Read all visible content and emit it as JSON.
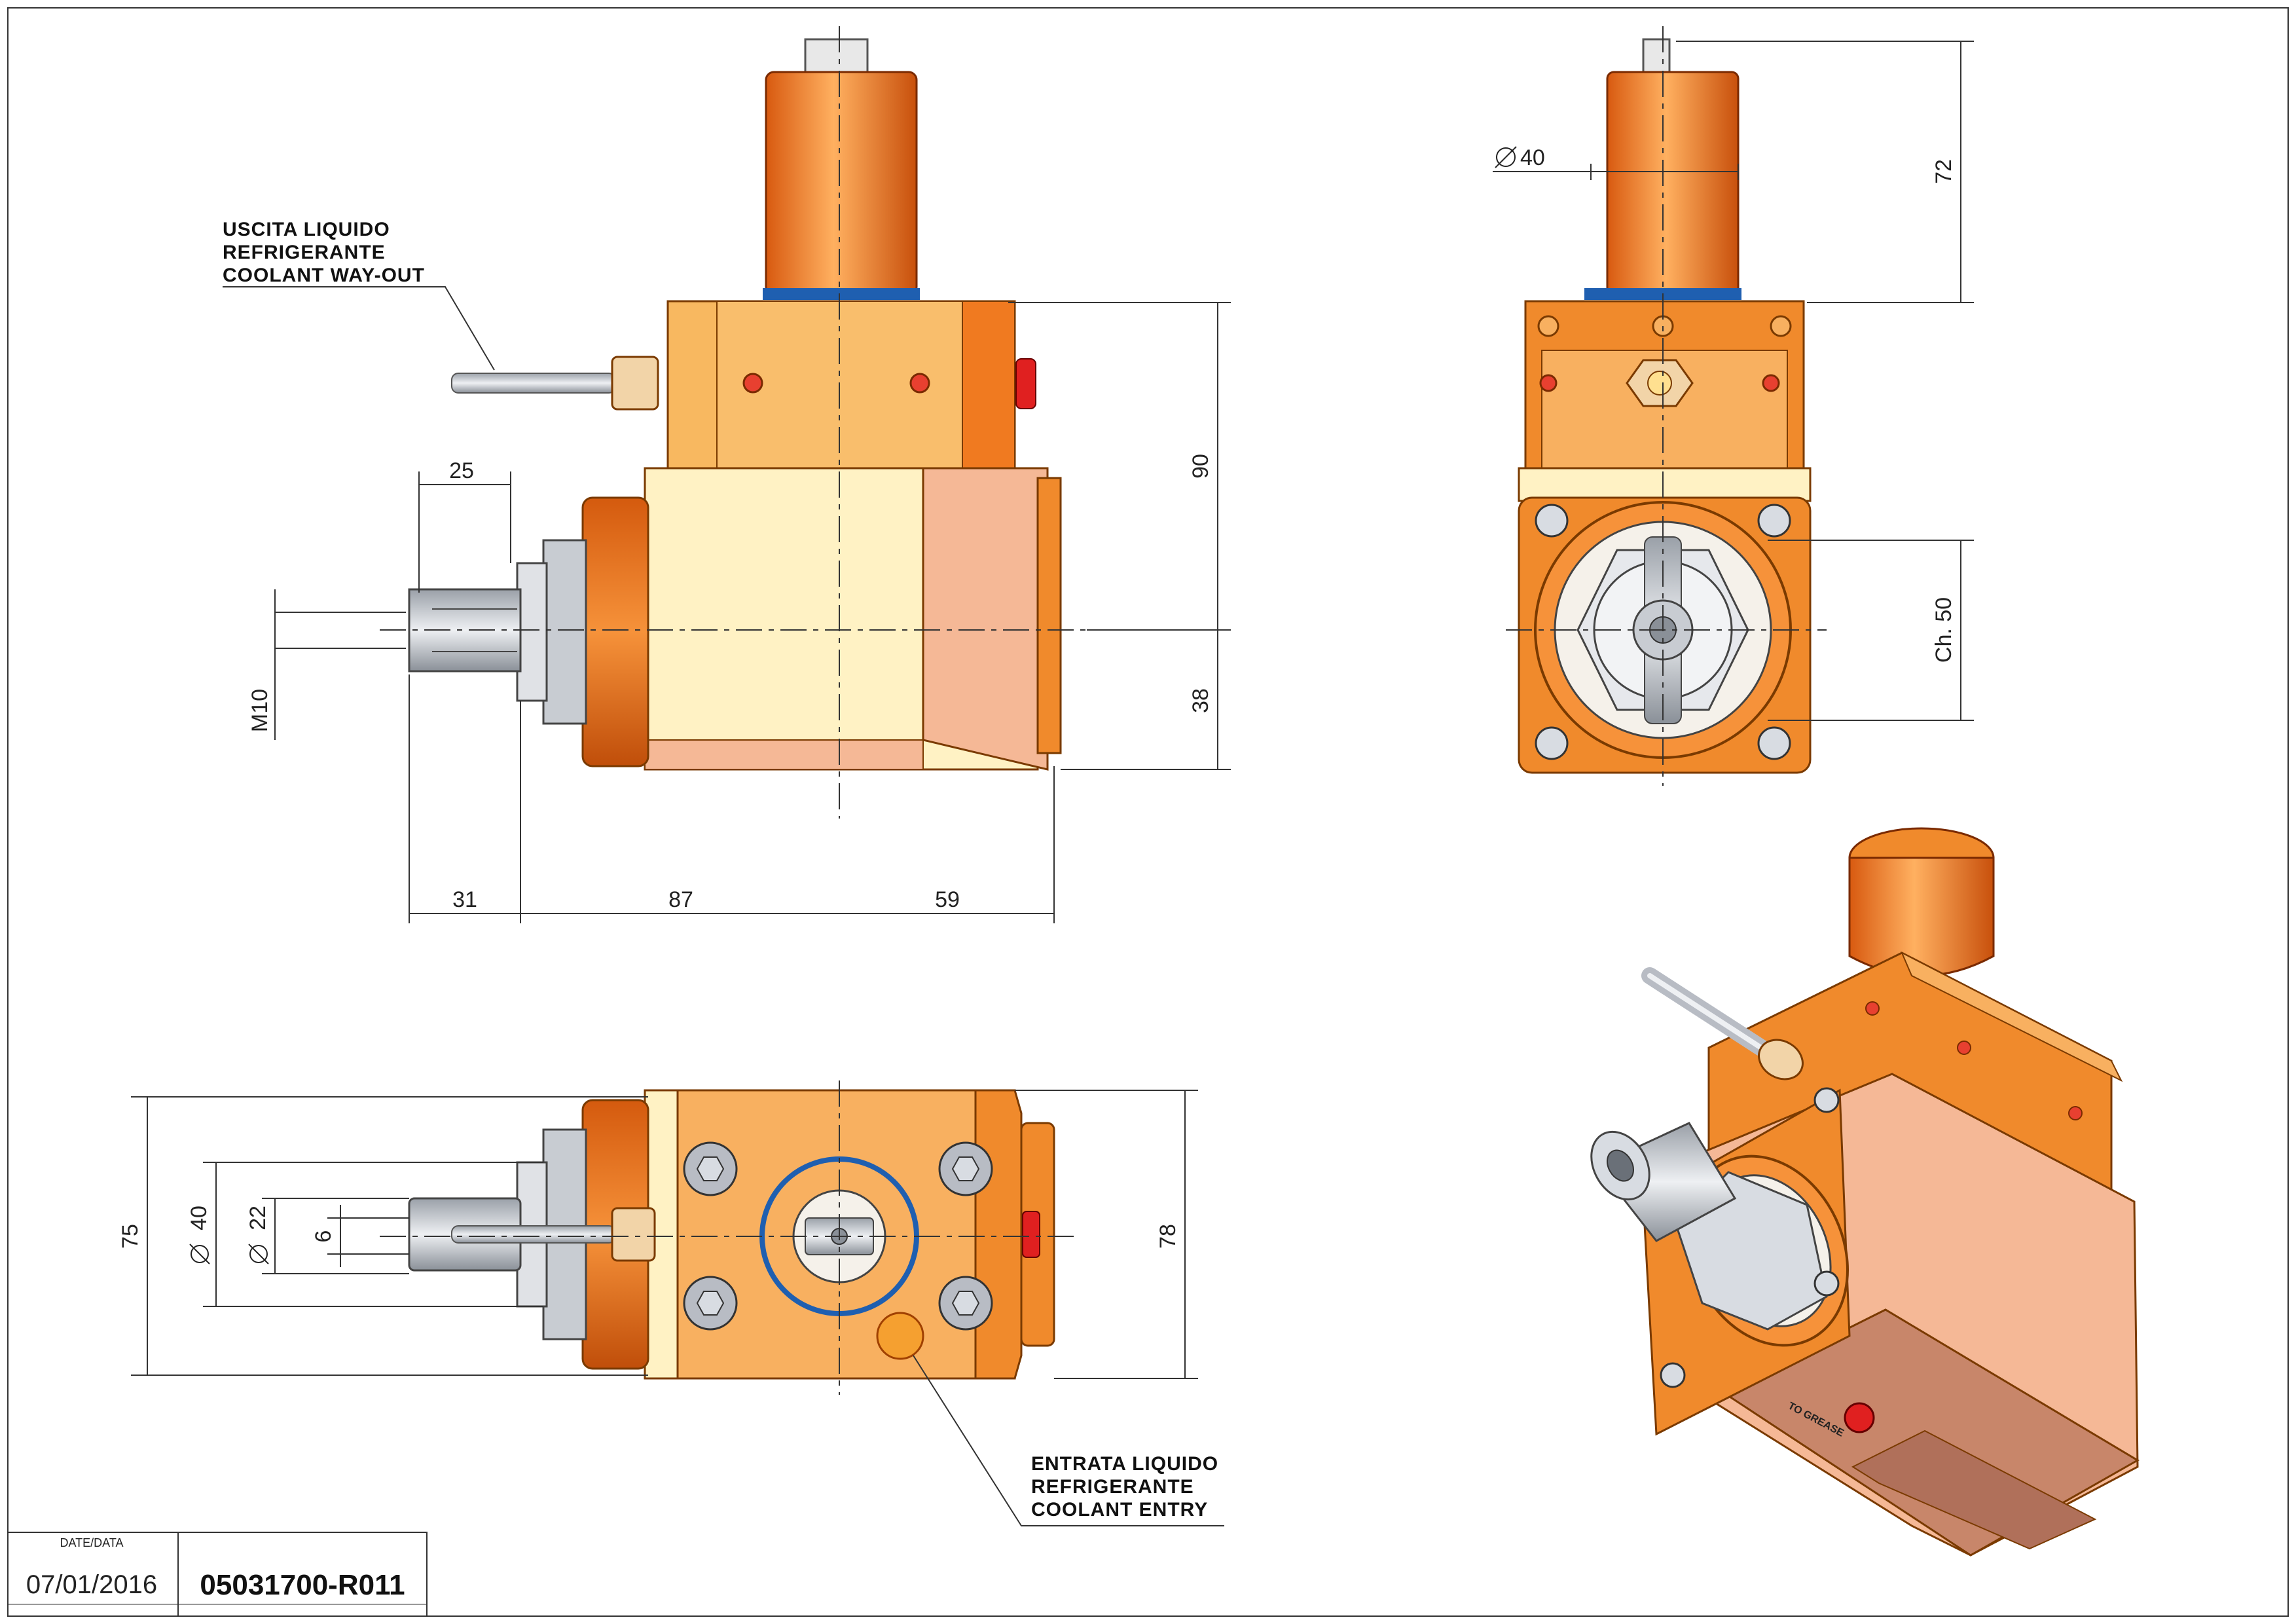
{
  "notes": {
    "coolant_out": [
      "USCITA LIQUIDO",
      "REFRIGERANTE",
      "COOLANT WAY-OUT"
    ],
    "coolant_in": [
      "ENTRATA LIQUIDO",
      "REFRIGERANTE",
      "COOLANT ENTRY"
    ]
  },
  "front_view": {
    "dims": {
      "d25": "25",
      "d90": "90",
      "d38": "38",
      "m10": "M10",
      "d31": "31",
      "d87": "87",
      "d59": "59"
    }
  },
  "side_view": {
    "dims": {
      "d72": "72",
      "dia40": "40",
      "ch50": "Ch. 50"
    }
  },
  "top_view": {
    "dims": {
      "d75": "75",
      "dia40": "40",
      "dia22": "22",
      "d6": "6",
      "d78": "78"
    }
  },
  "iso_view": {
    "grease_label": "TO GREASE"
  },
  "title_block": {
    "date_label": "DATE/DATA",
    "date": "07/01/2016",
    "code": "05031700-R011"
  },
  "colors": {
    "orange": "#f08a2c",
    "light_orange": "#f8b860",
    "cream": "#fff2c4",
    "salmon": "#f5b896",
    "steel": "#c8ccd2",
    "blue_ring": "#1f5fb0",
    "red": "#e02020"
  }
}
